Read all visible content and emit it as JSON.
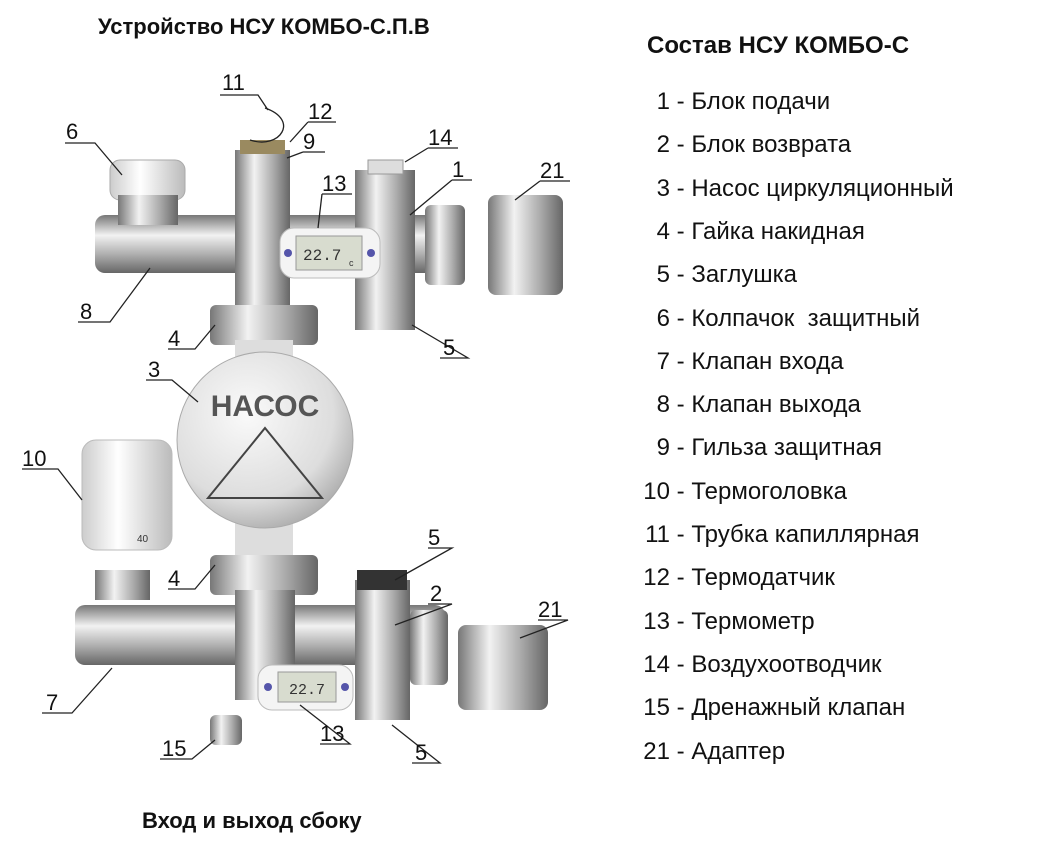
{
  "titles": {
    "left": "Устройство НСУ КОМБО-С.П.В",
    "right": "Состав НСУ КОМБО-С",
    "bottom": "Вход и выход сбоку"
  },
  "legend": [
    {
      "num": "1",
      "text": "Блок подачи"
    },
    {
      "num": "2",
      "text": "Блок возврата"
    },
    {
      "num": "3",
      "text": "Насос циркуляционный"
    },
    {
      "num": "4",
      "text": "Гайка накидная"
    },
    {
      "num": "5",
      "text": "Заглушка"
    },
    {
      "num": "6",
      "text": "Колпачок  защитный"
    },
    {
      "num": "7",
      "text": "Клапан входа"
    },
    {
      "num": "8",
      "text": "Клапан выхода"
    },
    {
      "num": "9",
      "text": "Гильза защитная"
    },
    {
      "num": "10",
      "text": "Термоголовка"
    },
    {
      "num": "11",
      "text": "Трубка капиллярная"
    },
    {
      "num": "12",
      "text": "Термодатчик"
    },
    {
      "num": "13",
      "text": "Термометр"
    },
    {
      "num": "14",
      "text": "Воздухоотводчик"
    },
    {
      "num": "15",
      "text": "Дренажный клапан"
    },
    {
      "num": "21",
      "text": "Адаптер"
    }
  ],
  "diagram": {
    "pump_label": "НАСОС",
    "thermometer_reading": "22.7",
    "thermometer_unit": "c",
    "thermohead_scale": "40",
    "callouts": [
      "11",
      "12",
      "9",
      "6",
      "14",
      "1",
      "13",
      "21",
      "8",
      "4",
      "5",
      "3",
      "10",
      "5",
      "4",
      "2",
      "21",
      "7",
      "13",
      "15",
      "5"
    ]
  }
}
